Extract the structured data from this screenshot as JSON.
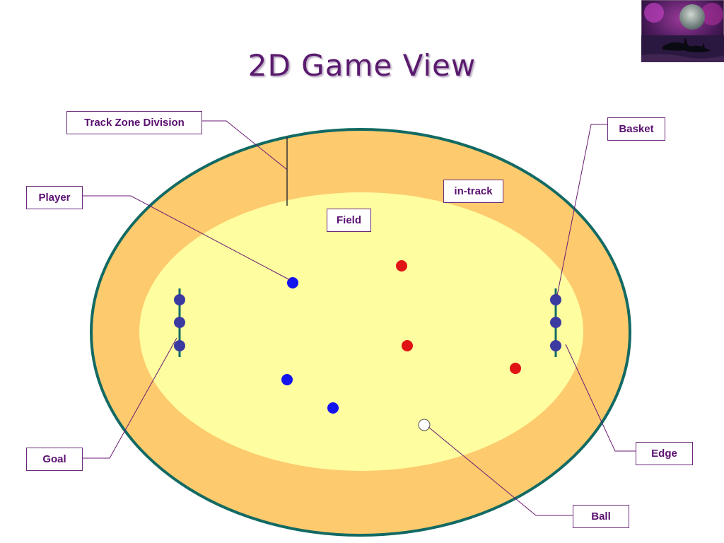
{
  "slide": {
    "title": "2D Game View"
  },
  "labels": {
    "track_zone_division": "Track Zone Division",
    "player": "Player",
    "goal": "Goal",
    "basket": "Basket",
    "in_track": "in-track",
    "field": "Field",
    "edge": "Edge",
    "ball": "Ball"
  },
  "colors": {
    "track": "#fdca6e",
    "field": "#fefda0",
    "edge": "#126a63",
    "player_blue": "#1414ee",
    "opponent_red": "#e01414",
    "goal_post": "#3b3aa0",
    "ball": "#ffffff",
    "leader_line": "#6b1a73"
  },
  "icons": {
    "thumbnail": "orca-moonlit-sea-image"
  }
}
